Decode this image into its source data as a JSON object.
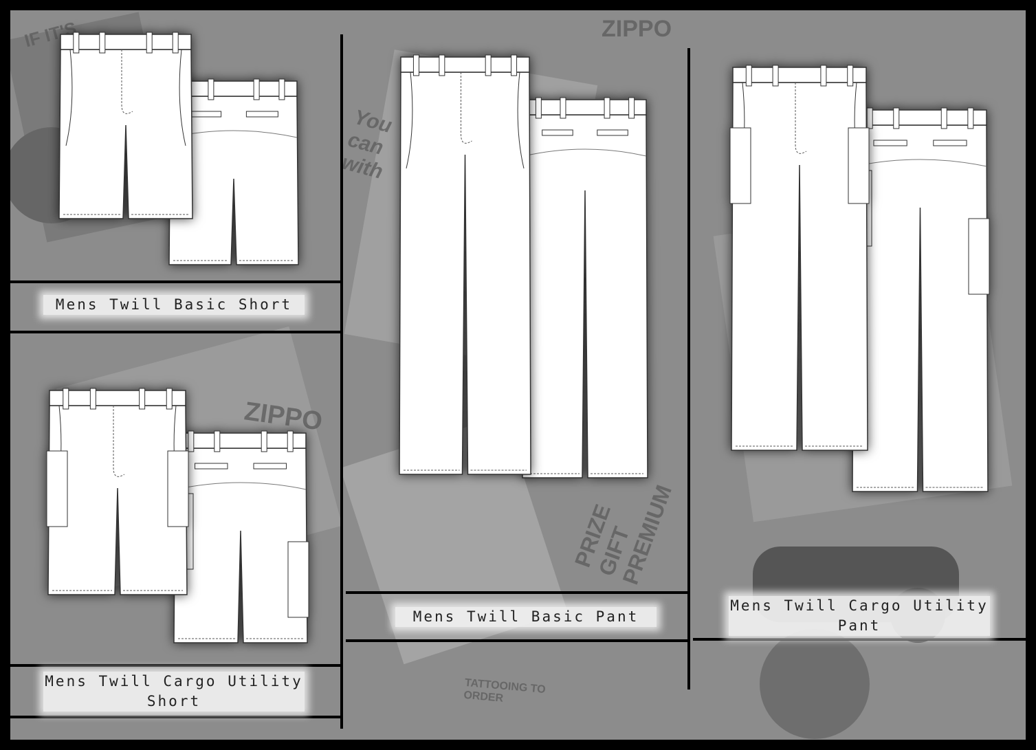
{
  "colors": {
    "background": "#8c8c8c",
    "frame": "#000000",
    "garment": "#ffffff",
    "label_bg": "#f0f0f0"
  },
  "background_text": [
    "ZIPPO",
    "ZIPPO",
    "PRIZE GIFT PREMIUM",
    "TATTOOING TO ORDER",
    "IF IT'S",
    "You can with"
  ],
  "products": [
    {
      "name": "Mens Twill Basic Short"
    },
    {
      "name": "Mens Twill Cargo Utility Short"
    },
    {
      "name": "Mens Twill Basic Pant"
    },
    {
      "name": "Mens Twill Cargo Utility Pant"
    }
  ]
}
